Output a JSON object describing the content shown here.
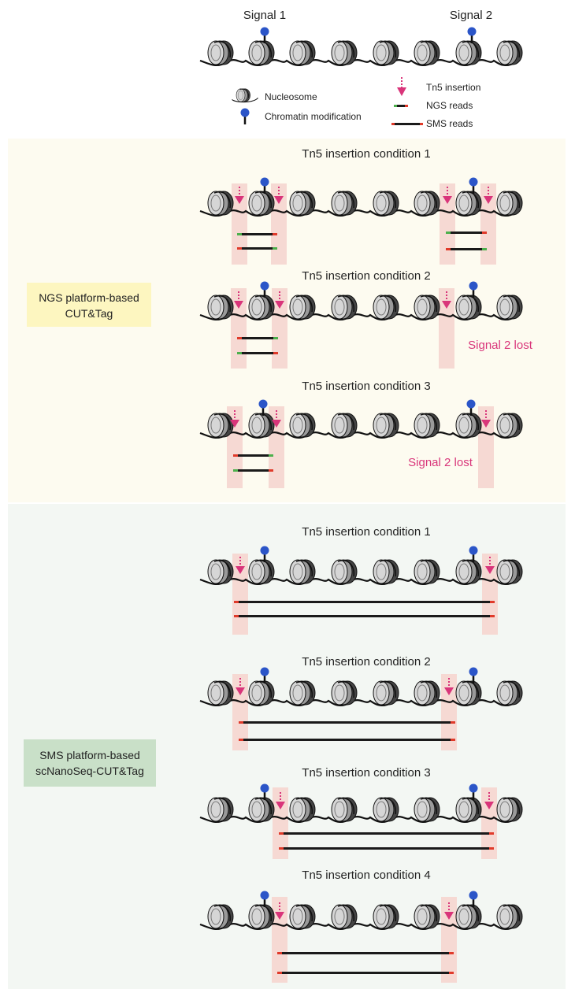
{
  "header": {
    "signal_1": "Signal 1",
    "signal_2": "Signal 2"
  },
  "legend": {
    "nucleosome": "Nucleosome",
    "chromatin_modification": "Chromatin modification",
    "tn5_insertion": "Tn5 insertion",
    "ngs_reads": "NGS reads",
    "sms_reads": "SMS reads"
  },
  "ngs_section": {
    "label_line1": "NGS platform-based",
    "label_line2": "CUT&Tag",
    "conditions": [
      {
        "title": "Tn5 insertion condition 1",
        "note": ""
      },
      {
        "title": "Tn5 insertion condition 2",
        "note": "Signal 2 lost"
      },
      {
        "title": "Tn5 insertion condition 3",
        "note": "Signal 2 lost"
      }
    ]
  },
  "sms_section": {
    "label_line1": "SMS platform-based",
    "label_line2": "scNanoSeq-CUT&Tag",
    "conditions": [
      {
        "title": "Tn5 insertion condition 1"
      },
      {
        "title": "Tn5 insertion condition 2"
      },
      {
        "title": "Tn5 insertion condition 3"
      },
      {
        "title": "Tn5 insertion condition 4"
      }
    ]
  },
  "colors": {
    "ngs_background": "#fdfbf0",
    "sms_background": "#f3f7f3",
    "ngs_label_box": "#fdf6c0",
    "sms_label_box": "#c9e0c8",
    "insertion_band": "#f6d9d3",
    "tn5_arrow": "#d9357a",
    "signal_lost_text": "#d9357a",
    "modification": "#2b55c8",
    "read_body": "#1a1a1a",
    "read_end_red": "#e03a2a",
    "read_end_green": "#4cb04c"
  }
}
